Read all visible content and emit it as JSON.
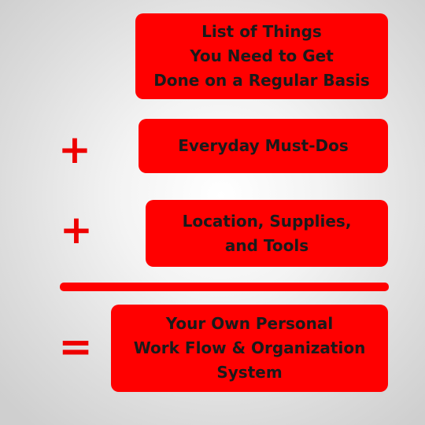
{
  "colors": {
    "box": "#ff0000",
    "operator": "#ee0000",
    "rule": "#ff0000"
  },
  "diagram": {
    "box1": {
      "text": "List of Things\nYou Need to Get\nDone on a Regular Basis"
    },
    "op1": {
      "symbol": "+"
    },
    "box2": {
      "text": "Everyday Must-Dos"
    },
    "op2": {
      "symbol": "+"
    },
    "box3": {
      "text": "Location, Supplies,\nand Tools"
    },
    "op3": {
      "symbol": "="
    },
    "box4": {
      "text": "Your Own Personal\nWork Flow & Organization\nSystem"
    }
  }
}
